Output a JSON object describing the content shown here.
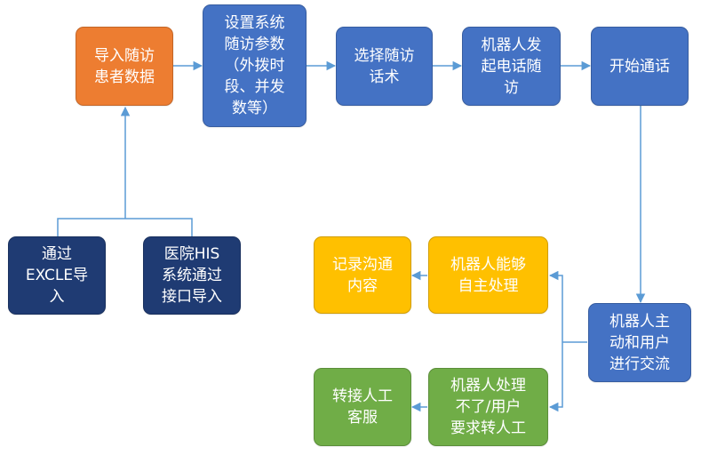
{
  "colors": {
    "blue": "#4472c4",
    "orange": "#ed7d31",
    "navy": "#1f3b73",
    "yellow": "#ffc000",
    "green": "#70ad47",
    "connector": "#5b9bd5"
  },
  "nodes": {
    "import": "导入随访\n患者数据",
    "settings": "设置系统\n随访参数\n（外拨时\n段、并发\n数等）",
    "script": "选择随访\n话术",
    "robot_call": "机器人发\n起电话随\n访",
    "start_call": "开始通话",
    "excel": "通过\nEXCLE导\n入",
    "his": "医院HIS\n系统通过\n接口导入",
    "record": "记录沟通\n内容",
    "autonomous": "机器人能够\n自主处理",
    "interact": "机器人主\n动和用户\n进行交流",
    "manual": "转接人工\n客服",
    "transfer": "机器人处理\n不了/用户\n要求转人工"
  }
}
